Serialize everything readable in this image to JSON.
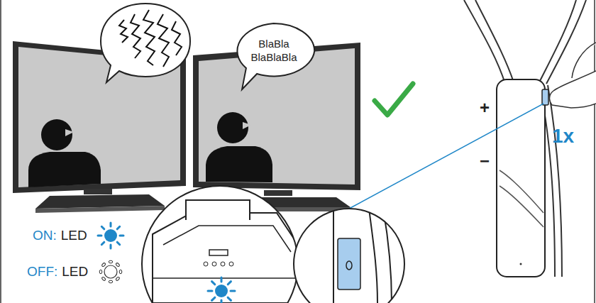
{
  "diagram": {
    "nodes": [
      {
        "text": [
          "BlaBla BlaBlaBla"
        ]
      }
    ],
    "edges": [],
    "labels": [
      "1x",
      "+",
      "−",
      "ON:",
      "LED",
      "OFF:",
      "LED"
    ]
  }
}
